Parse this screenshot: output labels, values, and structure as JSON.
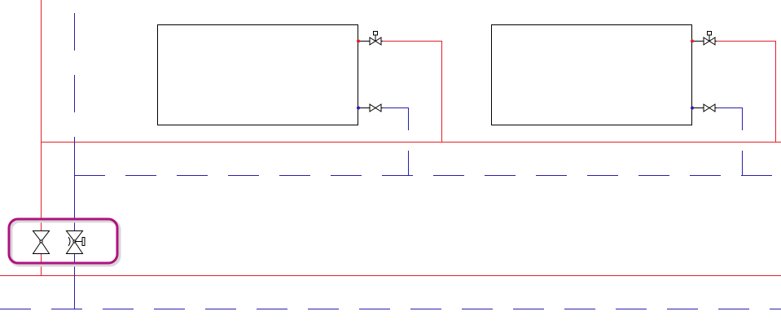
{
  "colors": {
    "background": "#ffffff",
    "supply_pipe": "#e0202a",
    "return_pipe": "#2a1fa8",
    "radiator_outline": "#000000",
    "valve_outline": "#000000",
    "highlight": "#b0127e"
  },
  "symbols": {
    "radiators": [
      {
        "id": "radiator-1",
        "supply_connection": "thermostatic-valve",
        "return_connection": "lockshield-valve"
      },
      {
        "id": "radiator-2",
        "supply_connection": "thermostatic-valve",
        "return_connection": "lockshield-valve"
      }
    ],
    "highlighted_group": {
      "contents": [
        "isolation-valve-icon",
        "balancing-valve-icon"
      ]
    }
  }
}
